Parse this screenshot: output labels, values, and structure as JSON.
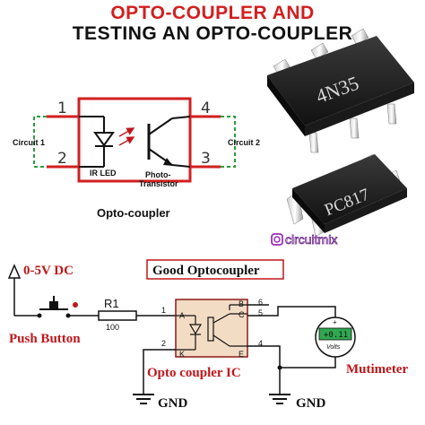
{
  "title": {
    "line1": "OPTO-COUPLER AND",
    "line2": "TESTING AN OPTO-COUPLER"
  },
  "schematic": {
    "pins": [
      "1",
      "2",
      "3",
      "4"
    ],
    "circuit_left": "Circuit 1",
    "circuit_right": "Circuit 2",
    "led_label": "IR LED",
    "transistor_label_1": "Photo-",
    "transistor_label_2": "Transistor",
    "caption": "Opto-coupler"
  },
  "chips": {
    "chip1_marking": "4N35",
    "chip2_marking": "PC817"
  },
  "watermark": "circuitmix",
  "test_circuit": {
    "supply": "0-5V DC",
    "header": "Good Optocoupler",
    "resistor_name": "R1",
    "resistor_value": "100",
    "push_button": "Push Button",
    "ic_label": "Opto coupler IC",
    "meter_label": "Mutimeter",
    "meter_reading": "+0.11",
    "meter_unit": "Volts",
    "gnd_left": "GND",
    "gnd_right": "GND",
    "ic_pins": {
      "p1": "1",
      "p2": "2",
      "p4": "4",
      "p5": "5",
      "p6": "6",
      "A": "A",
      "K": "K",
      "B": "B",
      "C": "C",
      "E": "E"
    }
  },
  "colors": {
    "title_red": "#d21f1f",
    "body_red": "#c0161a",
    "wire_green": "#2a9d3c",
    "meter_green": "#2fa84f",
    "ic_fill": "#f3dcc4"
  }
}
